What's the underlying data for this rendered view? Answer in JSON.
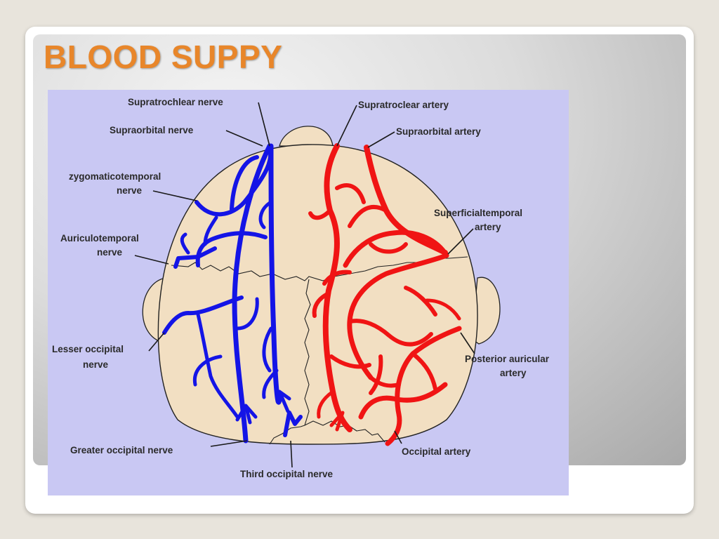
{
  "slide": {
    "title": "BLOOD SUPPY"
  },
  "diagram": {
    "labels": {
      "supratrochlear_nerve": "Supratrochlear nerve",
      "supraorbital_nerve": "Supraorbital nerve",
      "zygomaticotemporal_1": "zygomaticotemporal",
      "zygomaticotemporal_2": "nerve",
      "auriculotemporal_1": "Auriculotemporal",
      "auriculotemporal_2": "nerve",
      "lesser_occipital_1": "Lesser occipital",
      "lesser_occipital_2": "nerve",
      "greater_occipital_nerve": "Greater occipital nerve",
      "third_occipital_nerve": "Third occipital nerve",
      "supratroclear_artery": "Supratroclear artery",
      "supraorbital_artery": "Supraorbital artery",
      "superficial_temporal_1": "Superficialtemporal",
      "superficial_temporal_2": "artery",
      "posterior_auricular_1": "Posterior auricular",
      "posterior_auricular_2": "artery",
      "occipital_artery": "Occipital artery"
    },
    "colors": {
      "nerve": "#1414e6",
      "artery": "#f01414",
      "skull": "#f2dfc2",
      "background": "#c9c8f3"
    }
  }
}
